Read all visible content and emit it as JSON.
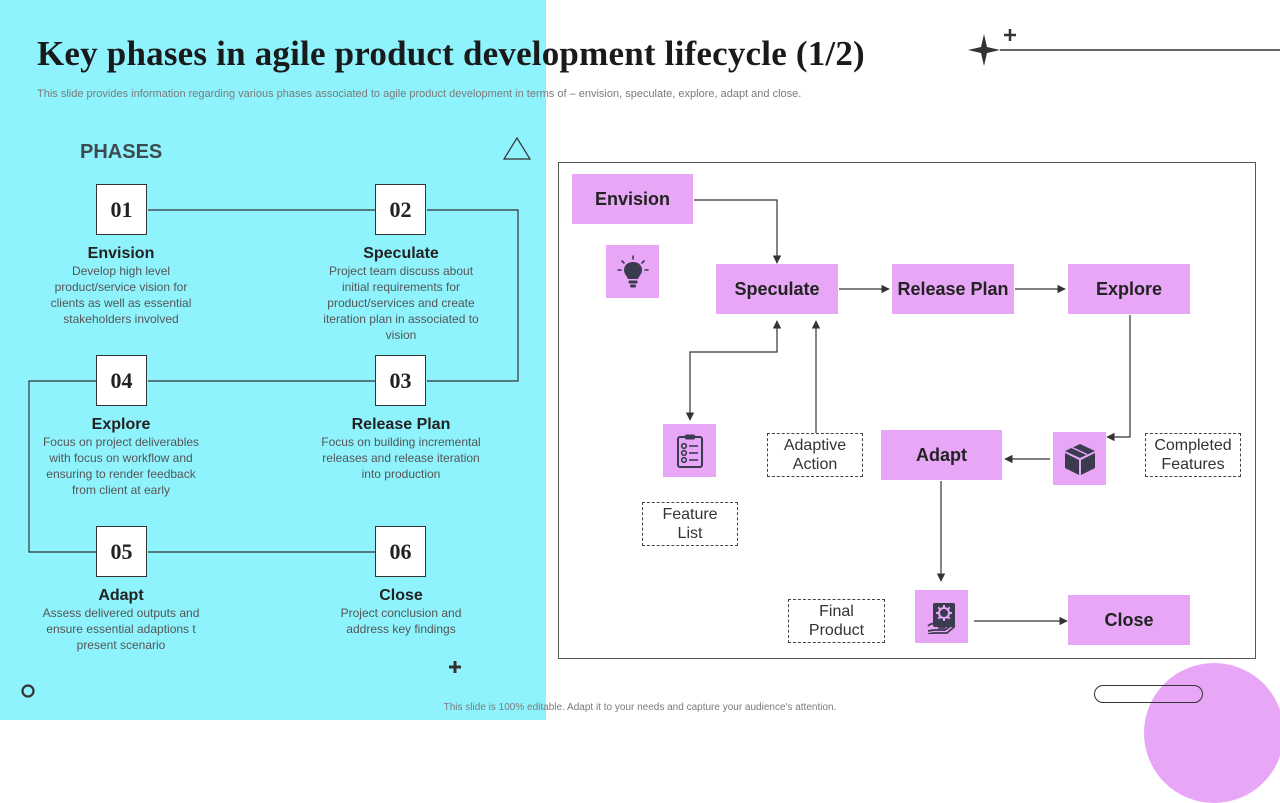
{
  "title": "Key phases in agile product development lifecycle (1/2)",
  "subtitle": "This slide provides information regarding various phases associated to agile product development in terms of – envision, speculate, explore, adapt and close.",
  "footer": "This slide is 100% editable. Adapt it to your needs and capture your audience's attention.",
  "phases_heading": "PHASES",
  "phases": [
    {
      "num": "01",
      "title": "Envision",
      "desc": "Develop high level product/service vision for clients as well as essential stakeholders involved"
    },
    {
      "num": "02",
      "title": "Speculate",
      "desc": "Project team discuss about initial requirements for product/services and create iteration plan in associated to vision"
    },
    {
      "num": "03",
      "title": "Release Plan",
      "desc": "Focus on building incremental releases and release iteration into production"
    },
    {
      "num": "04",
      "title": "Explore",
      "desc": "Focus on project deliverables with focus on workflow and ensuring to render feedback from client at early"
    },
    {
      "num": "05",
      "title": "Adapt",
      "desc": "Assess delivered outputs and ensure essential adaptions t present scenario"
    },
    {
      "num": "06",
      "title": "Close",
      "desc": "Project conclusion and address key findings"
    }
  ],
  "flow": {
    "envision": "Envision",
    "speculate": "Speculate",
    "release_plan": "Release Plan",
    "explore": "Explore",
    "adapt": "Adapt",
    "close": "Close",
    "adaptive_action": "Adaptive Action",
    "completed_features": "Completed Features",
    "feature_list": "Feature List",
    "final_product": "Final Product"
  },
  "colors": {
    "cyan_panel": "#8ff3fd",
    "node_fill": "#e8a6f6",
    "icon_dark": "#3b3b4f"
  },
  "icons": [
    "lightbulb-icon",
    "clipboard-checklist-icon",
    "package-box-icon",
    "gear-hand-icon",
    "sparkle-star-icon",
    "plus-icon",
    "triangle-outline-icon",
    "circle-outline-icon"
  ]
}
